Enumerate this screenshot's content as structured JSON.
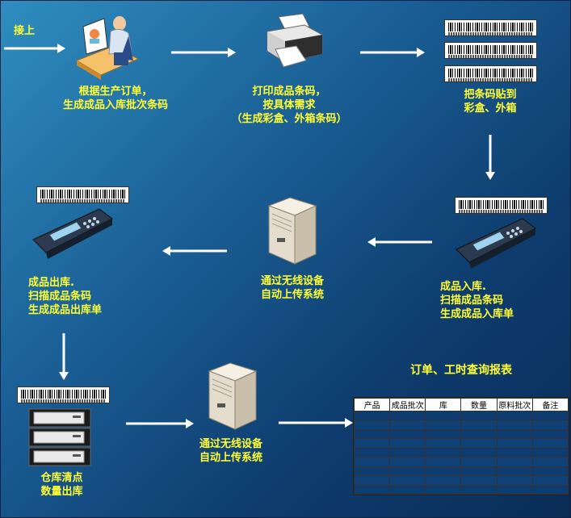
{
  "start_label": "接上",
  "steps": {
    "order": "根据生产订单，\n生成成品入库批次条码",
    "print": "打印成品条码，\n按具体需求\n（生成彩盒、外箱条码）",
    "stick": "把条码贴到\n彩盒、外箱",
    "stock_in": "成品入库.\n扫描成品条码\n生成成品入库单",
    "upload_1": "通过无线设备\n自动上传系统",
    "stock_out": "成品出库.\n扫描成品条码\n生成成品出库单",
    "inventory": "仓库清点\n数量出库",
    "upload_2": "通过无线设备\n自动上传系统"
  },
  "report": {
    "title": "订单、工时查询报表",
    "columns": [
      "产品",
      "成品批次",
      "库",
      "数量",
      "原料批次",
      "备注"
    ],
    "row_count": 9
  },
  "colors": {
    "label": "#ffff33",
    "arrow": "#ffffff",
    "bg_light": "#2f8dbf",
    "bg_dark": "#0a2d57"
  }
}
